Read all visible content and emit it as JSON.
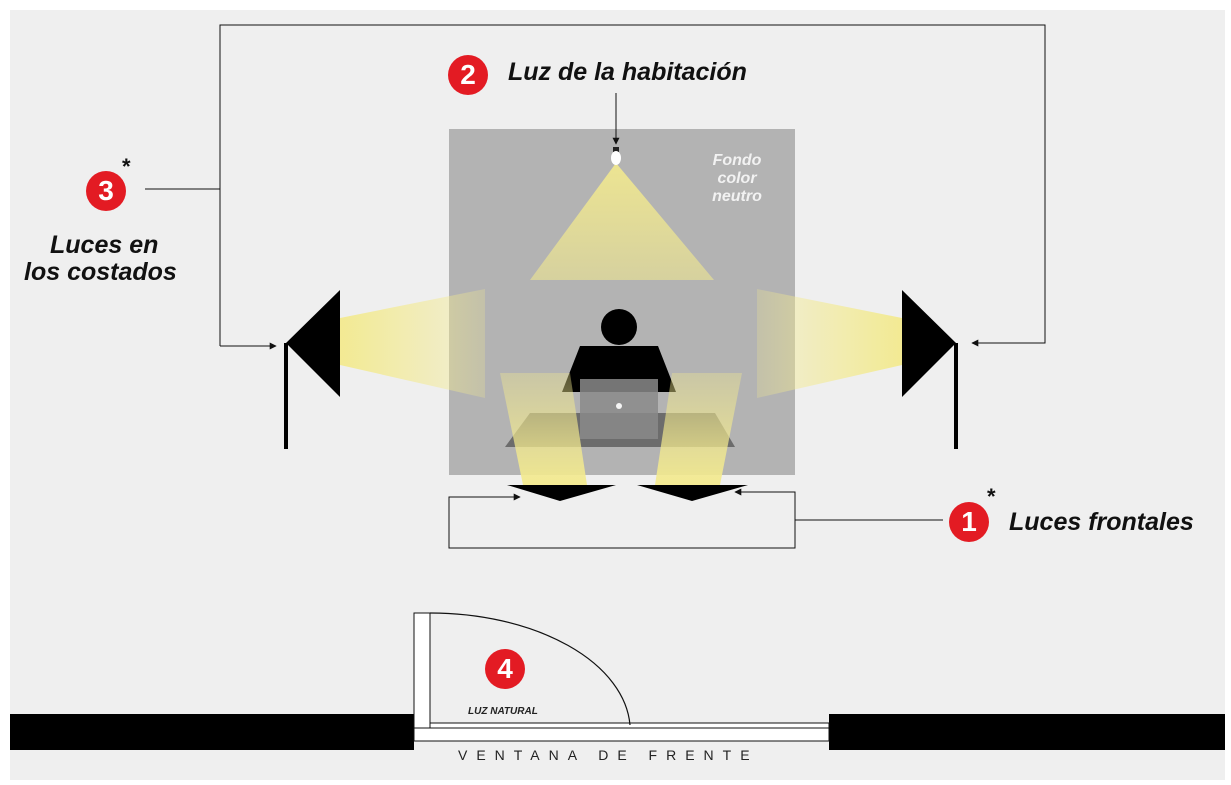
{
  "labels": {
    "frontal": {
      "number": "1",
      "text": "Luces frontales"
    },
    "room": {
      "number": "2",
      "text": "Luz de la habitación"
    },
    "side": {
      "number": "3",
      "line1": "Luces en",
      "line2": "los costados"
    },
    "natural": {
      "number": "4",
      "text": "LUZ NATURAL"
    }
  },
  "asterisk": "*",
  "background_note": {
    "line1": "Fondo",
    "line2": "color",
    "line3": "neutro"
  },
  "window_caption": "VENTANA DE FRENTE",
  "colors": {
    "badge": "#e31b23",
    "backdrop": "#b3b3b3",
    "light_beam": "#f3ea8e",
    "fixtures": "#000000",
    "canvas": "#efefef"
  }
}
